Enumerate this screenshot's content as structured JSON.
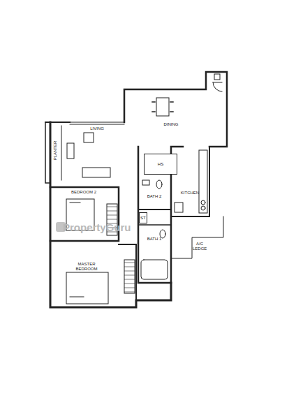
{
  "diagram": {
    "nodes": [
      {
        "text": [
          "HS"
        ]
      },
      {
        "text": [
          "ST"
        ]
      }
    ],
    "labels": [
      "DINING",
      "LIVING",
      "PLANTER",
      "BEDROOM 2",
      "BATH 2",
      "KITCHEN",
      "BATH 1",
      "A/C LEDGE",
      "MASTER BEDROOM",
      "PropertyGuru"
    ]
  }
}
